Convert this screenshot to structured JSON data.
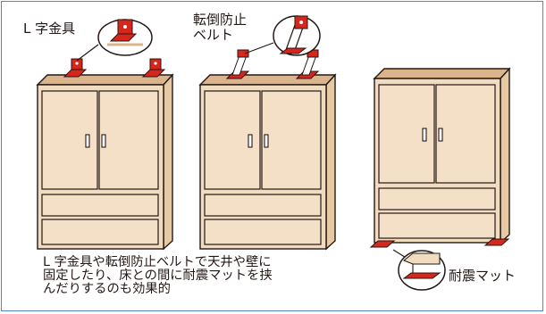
{
  "labels": {
    "l_bracket": "L 字金具",
    "belt_line1": "転倒防止",
    "belt_line2": "ベルト",
    "mat": "耐震マット"
  },
  "caption": {
    "line1": "L 字金具や転倒防止ベルトで天井や壁に",
    "line2": "固定したり、床との間に耐震マットを挟",
    "line3": "んだりするのも効果的"
  },
  "colors": {
    "frame": "#4f88c6",
    "cabinet": "#f2dcc0",
    "cabinet_top": "#dcb48b",
    "outline": "#231815",
    "accent_red": "#d9261c"
  }
}
